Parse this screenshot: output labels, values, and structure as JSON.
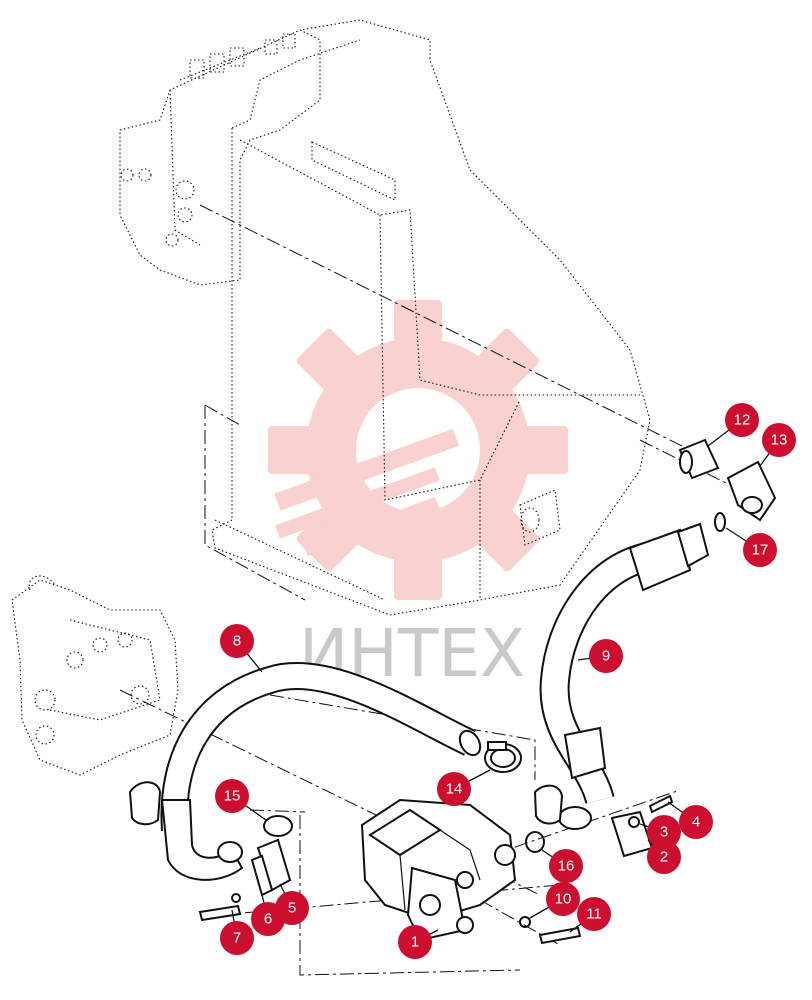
{
  "watermark": {
    "brand": "ИНТЕХ",
    "logo_icon": "gear-wrench-logo-icon",
    "color": "#e8312f"
  },
  "callout_color": "#cc0f2f",
  "callouts": [
    {
      "id": "c1",
      "label": "1"
    },
    {
      "id": "c2",
      "label": "2"
    },
    {
      "id": "c3",
      "label": "3"
    },
    {
      "id": "c4",
      "label": "4"
    },
    {
      "id": "c5",
      "label": "5"
    },
    {
      "id": "c6",
      "label": "6"
    },
    {
      "id": "c7",
      "label": "7"
    },
    {
      "id": "c8",
      "label": "8"
    },
    {
      "id": "c9",
      "label": "9"
    },
    {
      "id": "c10",
      "label": "10"
    },
    {
      "id": "c11",
      "label": "11"
    },
    {
      "id": "c12",
      "label": "12"
    },
    {
      "id": "c13",
      "label": "13"
    },
    {
      "id": "c14",
      "label": "14"
    },
    {
      "id": "c15",
      "label": "15"
    },
    {
      "id": "c16",
      "label": "16"
    },
    {
      "id": "c17",
      "label": "17"
    }
  ]
}
